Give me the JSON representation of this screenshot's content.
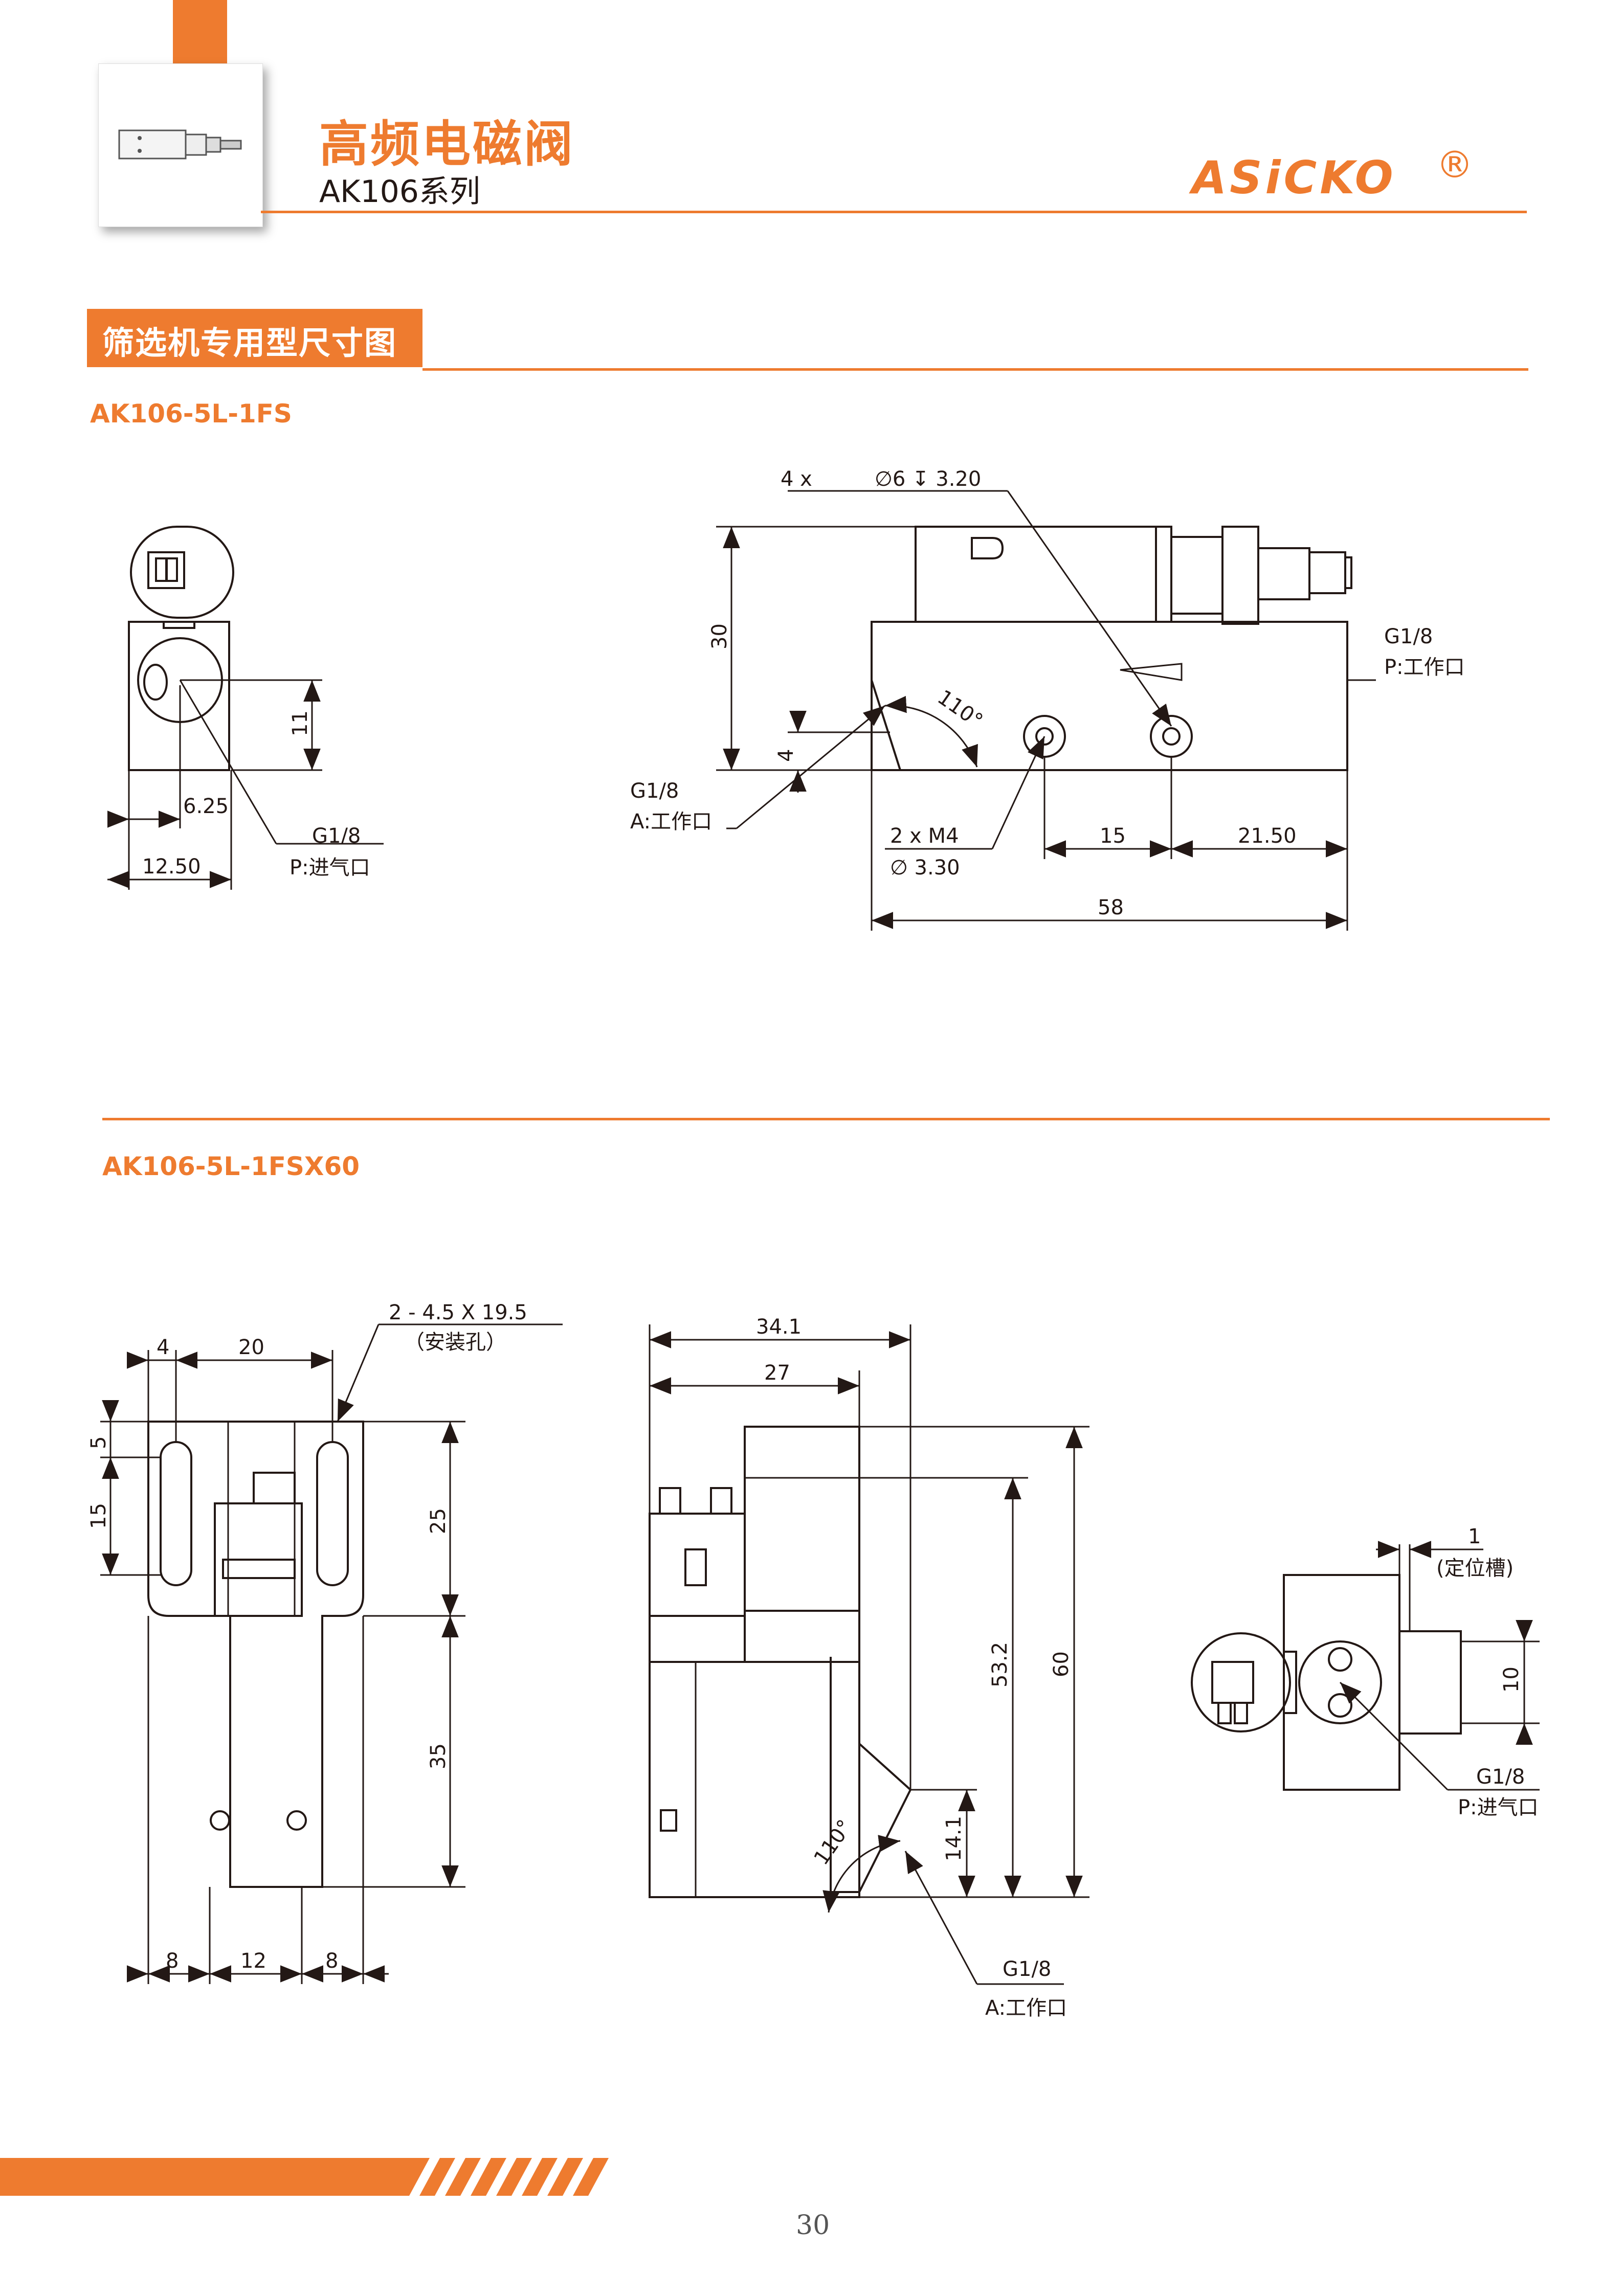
{
  "header": {
    "title": "高频电磁阀",
    "subtitle": "AK106系列",
    "brand": "ASiCKO",
    "brand_mark": "®",
    "colors": {
      "accent": "#ee7b2f",
      "ink": "#231815"
    }
  },
  "section": {
    "title": "筛选机专用型尺寸图"
  },
  "models": [
    {
      "name": "AK106-5L-1FS",
      "labels": {
        "hole_spec_prefix": "4 x",
        "hole_spec": "∅6 ↧ 3.20",
        "dim_30": "30",
        "dim_11": "11",
        "dim_4": "4",
        "dim_625": "6.25",
        "dim_1250": "12.50",
        "dim_15": "15",
        "dim_2150": "21.50",
        "dim_58": "58",
        "angle": "110°",
        "port_p_size": "G1/8",
        "port_p": "P:进气口",
        "port_a_size": "G1/8",
        "port_a": "A:工作口",
        "port_p2_size": "G1/8",
        "port_p2": "P:工作口",
        "screw": "2 x  M4",
        "screw_dia": "∅ 3.30"
      }
    },
    {
      "name": "AK106-5L-1FSX60",
      "labels": {
        "mount_holes": "2  -  4.5 X 19.5",
        "mount_note": "（安装孔）",
        "dim_4": "4",
        "dim_20": "20",
        "dim_5": "5",
        "dim_15": "15",
        "dim_25": "25",
        "dim_35": "35",
        "dim_8a": "8",
        "dim_12": "12",
        "dim_8b": "8",
        "dim_341": "34.1",
        "dim_27": "27",
        "dim_532": "53.2",
        "dim_60": "60",
        "dim_141": "14.1",
        "angle": "110°",
        "port_a_size": "G1/8",
        "port_a": "A:工作口",
        "dim_1": "1",
        "slot_note": "(定位槽)",
        "dim_10": "10",
        "port_p_size": "G1/8",
        "port_p": "P:进气口"
      }
    }
  ],
  "footer": {
    "page": "30"
  }
}
